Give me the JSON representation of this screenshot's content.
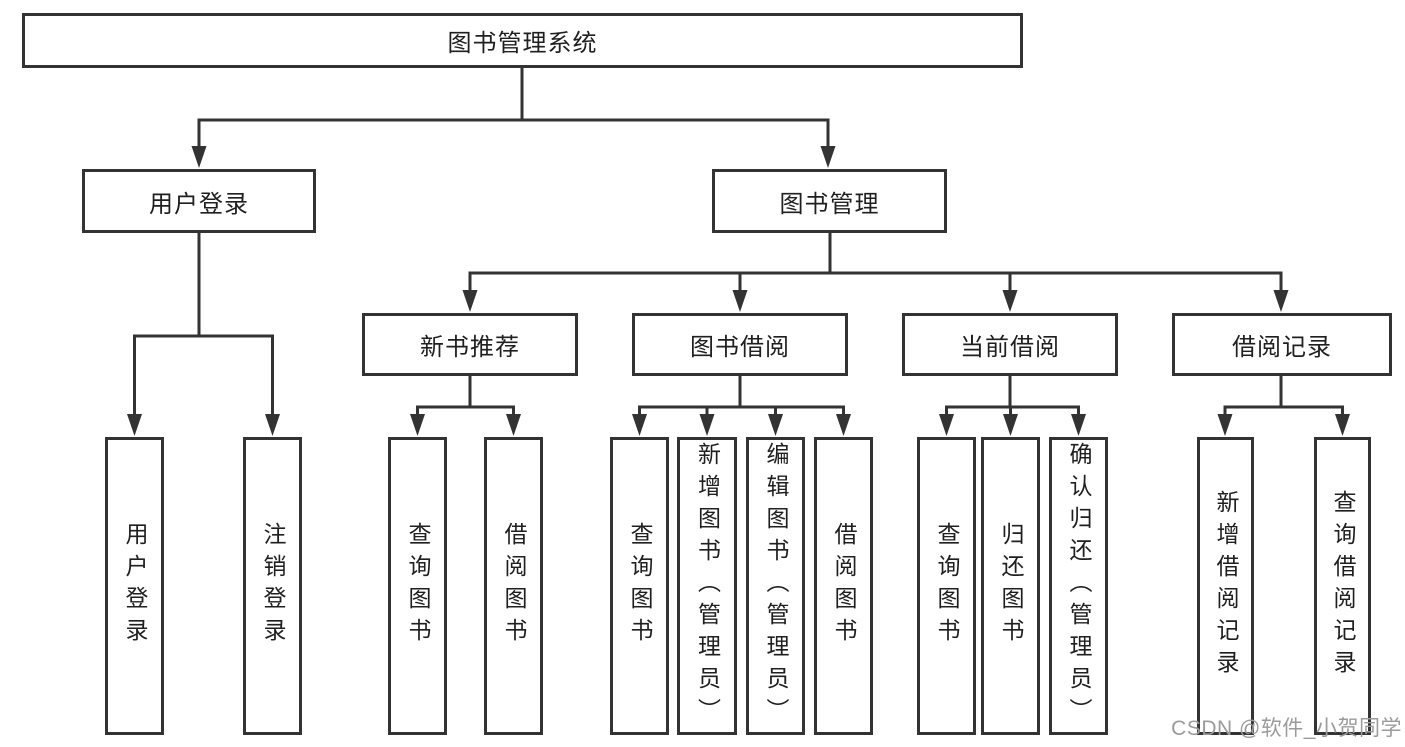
{
  "diagram": {
    "root": {
      "label": "图书管理系统"
    },
    "level2": [
      {
        "label": "用户登录",
        "children": [
          "用户登录",
          "注销登录"
        ]
      },
      {
        "label": "图书管理"
      }
    ],
    "level3": [
      {
        "label": "新书推荐",
        "children": [
          "查询图书",
          "借阅图书"
        ]
      },
      {
        "label": "图书借阅",
        "children": [
          "查询图书",
          "新增图书（管理员）",
          "编辑图书（管理员）",
          "借阅图书"
        ]
      },
      {
        "label": "当前借阅",
        "children": [
          "查询图书",
          "归还图书",
          "确认归还（管理员）"
        ]
      },
      {
        "label": "借阅记录",
        "children": [
          "新增借阅记录",
          "查询借阅记录"
        ]
      }
    ],
    "watermark": "CSDN @软件_小贺同学",
    "colors": {
      "line": "#333333",
      "text": "#1f1f1f",
      "watermark": "#9b9b9b",
      "background": "#ffffff"
    }
  }
}
